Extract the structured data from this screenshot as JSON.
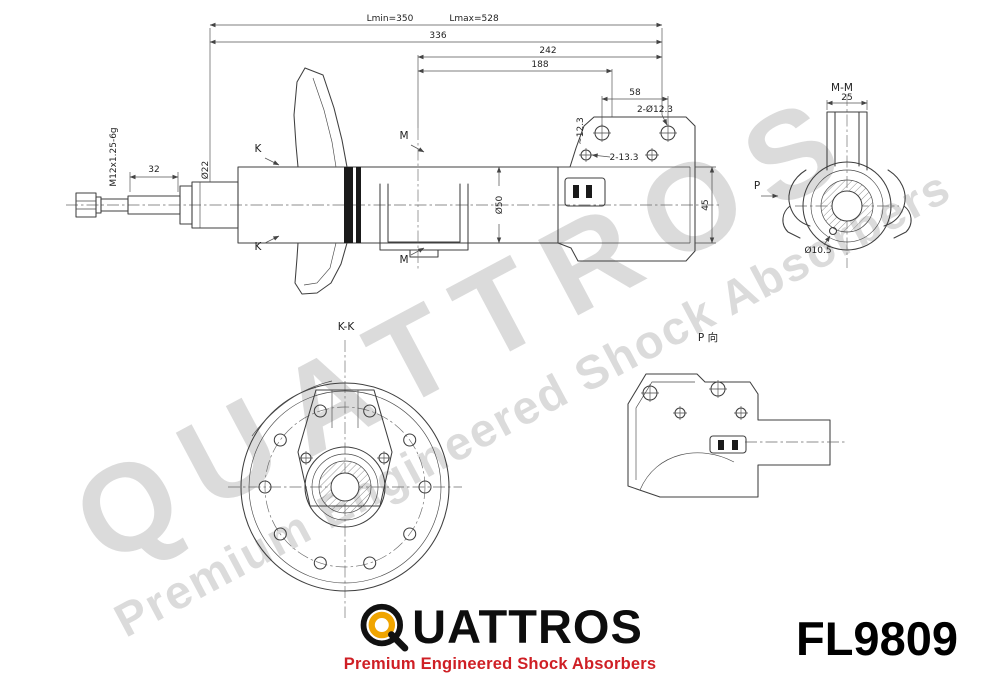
{
  "watermark": {
    "brand": "QUATTROS",
    "tagline": "Premium Engineered Shock Absorbers"
  },
  "footer": {
    "brand": "QUATTROS",
    "wordmark_rest": "UATTROS",
    "tagline": "Premium Engineered Shock Absorbers",
    "part_number": "FL9809"
  },
  "colors": {
    "line": "#3f3f3f",
    "accent_yellow": "#f0a500",
    "tagline_red": "#cf1f25",
    "watermark_gray": "#8a8a8a",
    "band_black": "#1a1a1a"
  },
  "main_view": {
    "dims": {
      "lmin": "Lmin=350",
      "lmax": "Lmax=528",
      "overall": "336",
      "d242": "242",
      "d188": "188",
      "d58": "58",
      "holes_top": "2-Ø12.3",
      "hole_offset": "~12.3",
      "holes_lower": "2-13.3",
      "d45": "45",
      "tube_dia": "Ø50",
      "rod_dia": "Ø22",
      "d32": "32",
      "thread": "M12x1.25-6g"
    },
    "marks": {
      "k": "K",
      "m": "M"
    }
  },
  "mm_view": {
    "label": "M-M",
    "d25": "25",
    "hole_dia": "Ø10.5",
    "p_mark": "P"
  },
  "kk_view": {
    "label": "K-K"
  },
  "p_view": {
    "label": "P 向"
  }
}
